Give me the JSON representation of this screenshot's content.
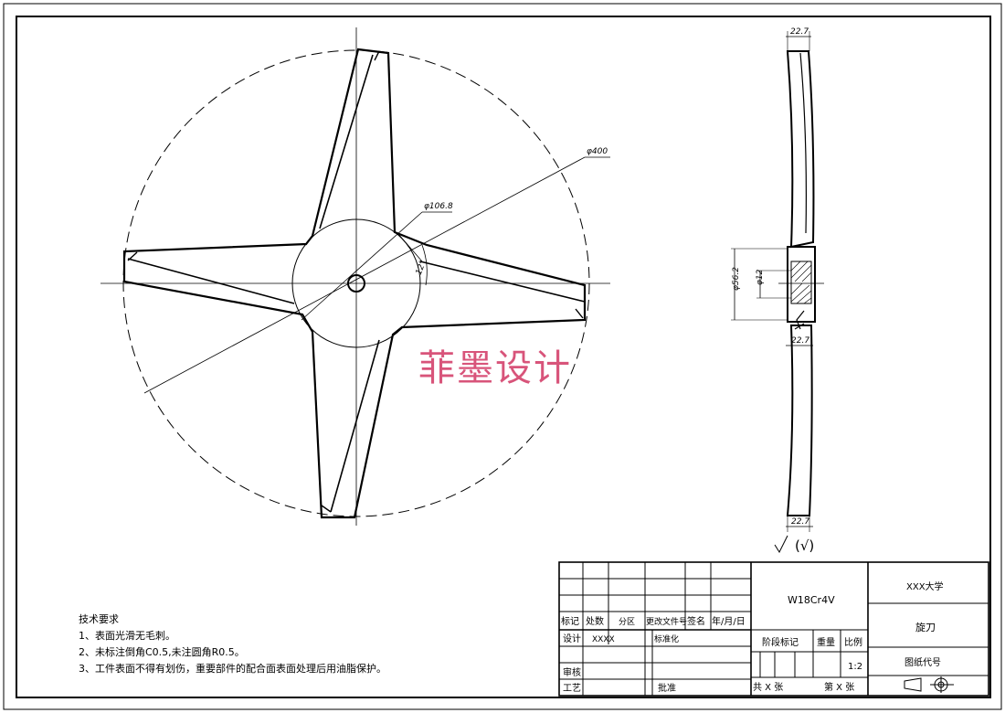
{
  "dimensions": {
    "d400": "φ400",
    "d106": "φ106.8",
    "angle": "12°",
    "top_width": "22.7",
    "d56": "φ56.2",
    "d12": "φ12",
    "mid_width": "22.7",
    "bottom_width": "22.7"
  },
  "surface_finish": "(√)",
  "watermark": "菲墨设计",
  "technical_requirements": {
    "title": "技术要求",
    "items": [
      "1、表面光滑无毛刺。",
      "2、未标注倒角C0.5,未注圆角R0.5。",
      "3、工件表面不得有划伤，重要部件的配合面表面处理后用油脂保护。"
    ]
  },
  "title_block": {
    "revision_headers": [
      "标记",
      "处数",
      "分区",
      "更改文件号",
      "签名",
      "年/月/日"
    ],
    "design_label": "设计",
    "designer": "XXXX",
    "standardization_label": "标准化",
    "review_label": "审核",
    "process_label": "工艺",
    "approve_label": "批准",
    "material": "W18Cr4V",
    "stage_label": "阶段标记",
    "weight_label": "重量",
    "scale_label": "比例",
    "scale_value": "1:2",
    "total_sheets": "共 X 张",
    "sheet_no": "第 X 张",
    "university": "XXX大学",
    "part_name": "旋刀",
    "drawing_code_label": "图纸代号"
  }
}
